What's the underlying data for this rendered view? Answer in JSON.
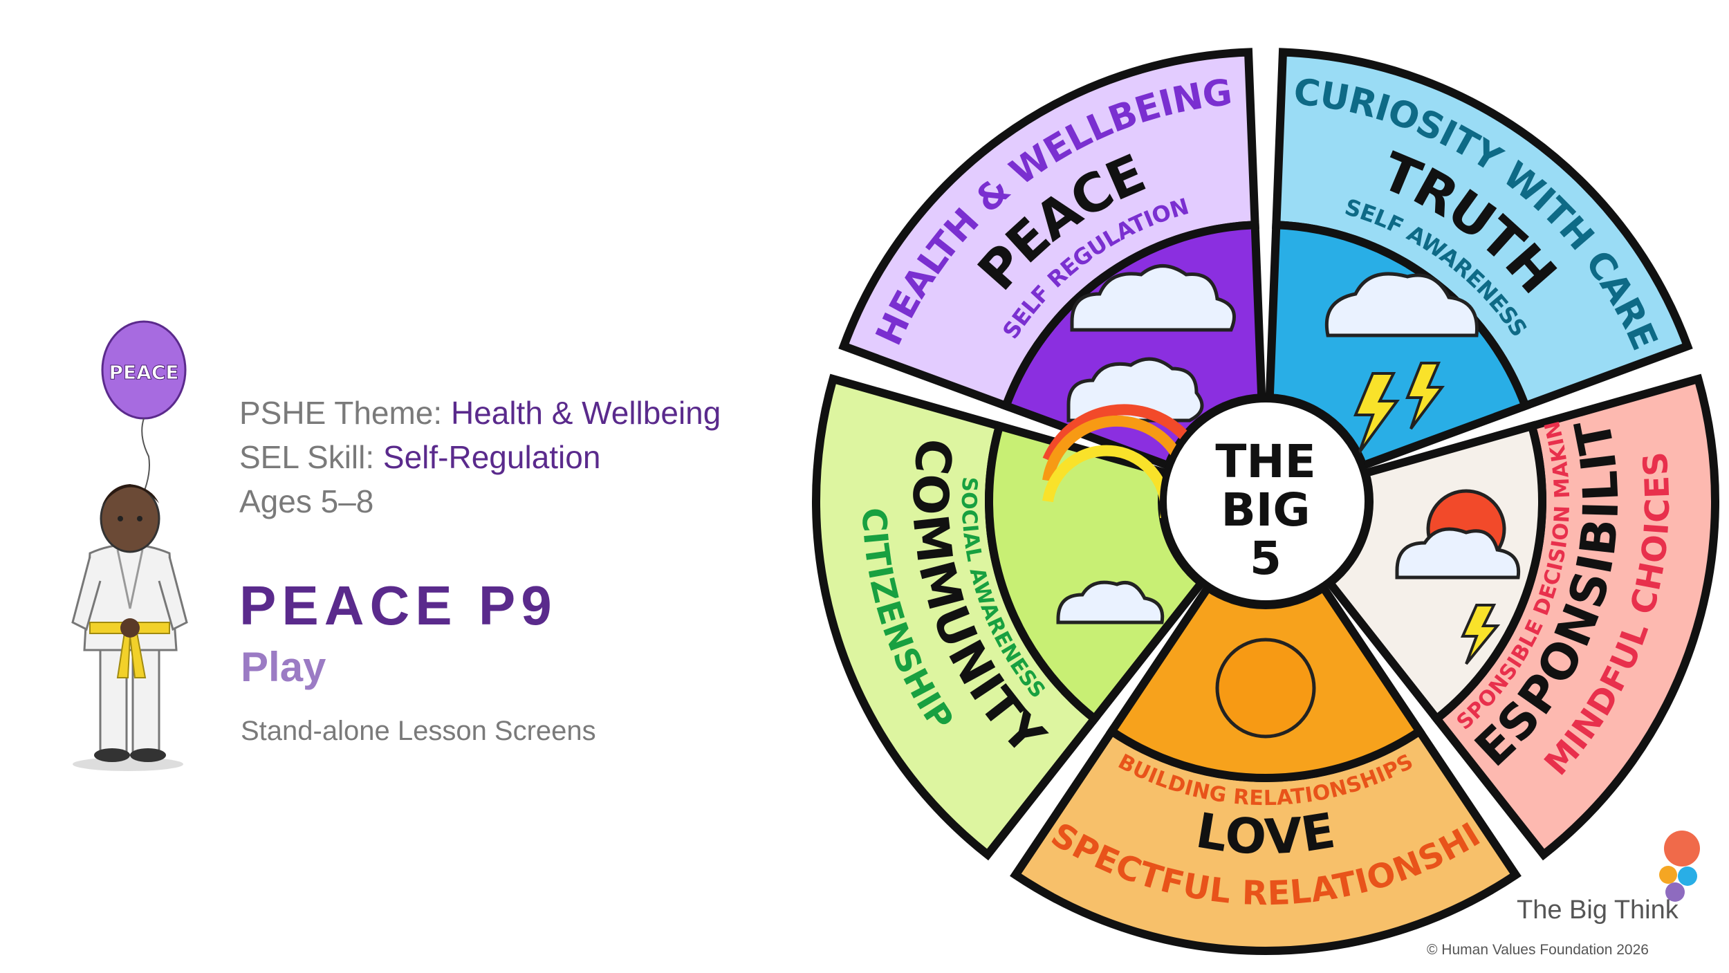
{
  "info": {
    "theme_label": "PSHE Theme:",
    "theme_value": "Health & Wellbeing",
    "skill_label": "SEL Skill:",
    "skill_value": "Self-Regulation",
    "ages": "Ages 5–8"
  },
  "lesson": {
    "title": "PEACE P9",
    "subtitle": "Play",
    "note": "Stand-alone Lesson Screens"
  },
  "balloon_text": "PEACE",
  "wheel": {
    "center": [
      "THE",
      "BIG",
      "5"
    ],
    "segments": [
      {
        "value": "PEACE",
        "theme": "HEALTH & WELLBEING",
        "skill": "SELF REGULATION",
        "color": "#e3ccff",
        "inner_color": "#8b2fe0",
        "text_color": "#7a2fd0"
      },
      {
        "value": "TRUTH",
        "theme": "CURIOSITY WITH CARE",
        "skill": "SELF AWARENESS",
        "color": "#9adcf5",
        "inner_color": "#29aee6",
        "text_color": "#0e6a86"
      },
      {
        "value": "RESPONSIBILITY",
        "theme": "MINDFUL CHOICES",
        "skill": "RESPONSIBLE DECISION MAKING",
        "color": "#fdb9b0",
        "inner_color": "#f5f0ea",
        "text_color": "#e8304c"
      },
      {
        "value": "LOVE",
        "theme": "RESPECTFUL RELATIONSHIPS",
        "skill": "BUILDING RELATIONSHIPS",
        "color": "#f7c06a",
        "inner_color": "#f7a21c",
        "text_color": "#e8531a"
      },
      {
        "value": "COMMUNITY",
        "theme": "CITIZENSHIP",
        "skill": "SOCIAL AWARENESS",
        "color": "#ddf5a0",
        "inner_color": "#c8ef74",
        "text_color": "#18a040"
      }
    ]
  },
  "logo": {
    "name": "The Big Think",
    "dot_colors": [
      "#f06a4a",
      "#f5a623",
      "#29aee6",
      "#8e6bbf"
    ]
  },
  "copyright": "© Human Values Foundation 2026"
}
